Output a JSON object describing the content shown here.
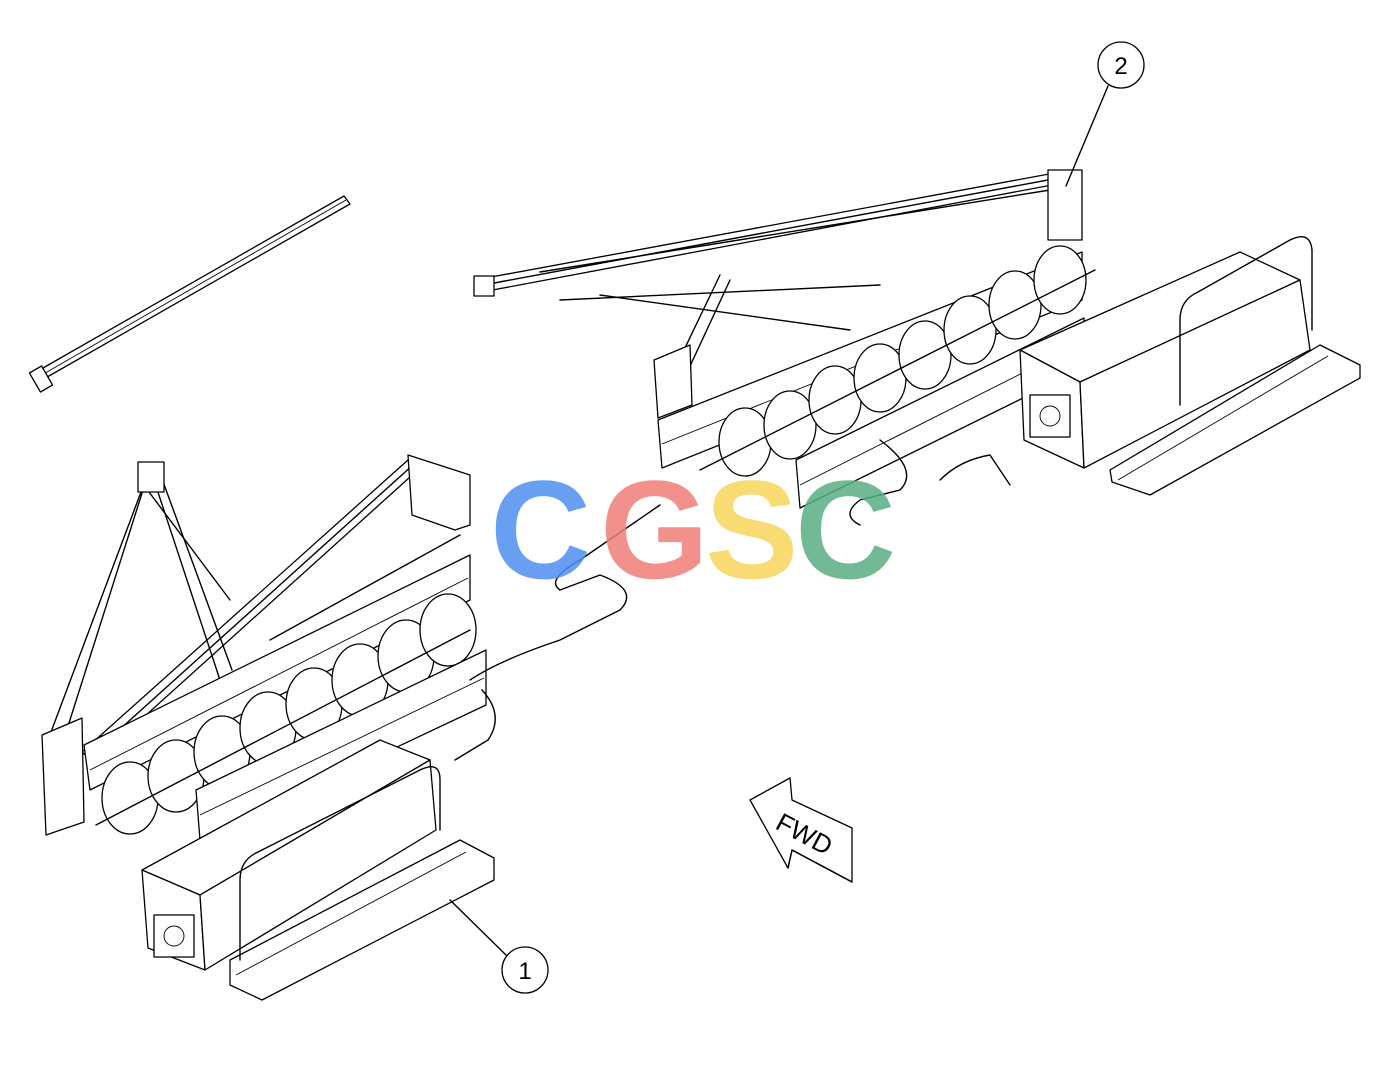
{
  "diagram": {
    "callouts": [
      {
        "id": "callout-1",
        "label": "1"
      },
      {
        "id": "callout-2",
        "label": "2"
      }
    ],
    "direction_arrow": {
      "label": "FWD"
    },
    "watermark": {
      "letters": [
        "C",
        "G",
        "S",
        "C"
      ],
      "colors": [
        "#4f8ff0",
        "#f07e78",
        "#f7d55a",
        "#5aaf84"
      ]
    }
  }
}
